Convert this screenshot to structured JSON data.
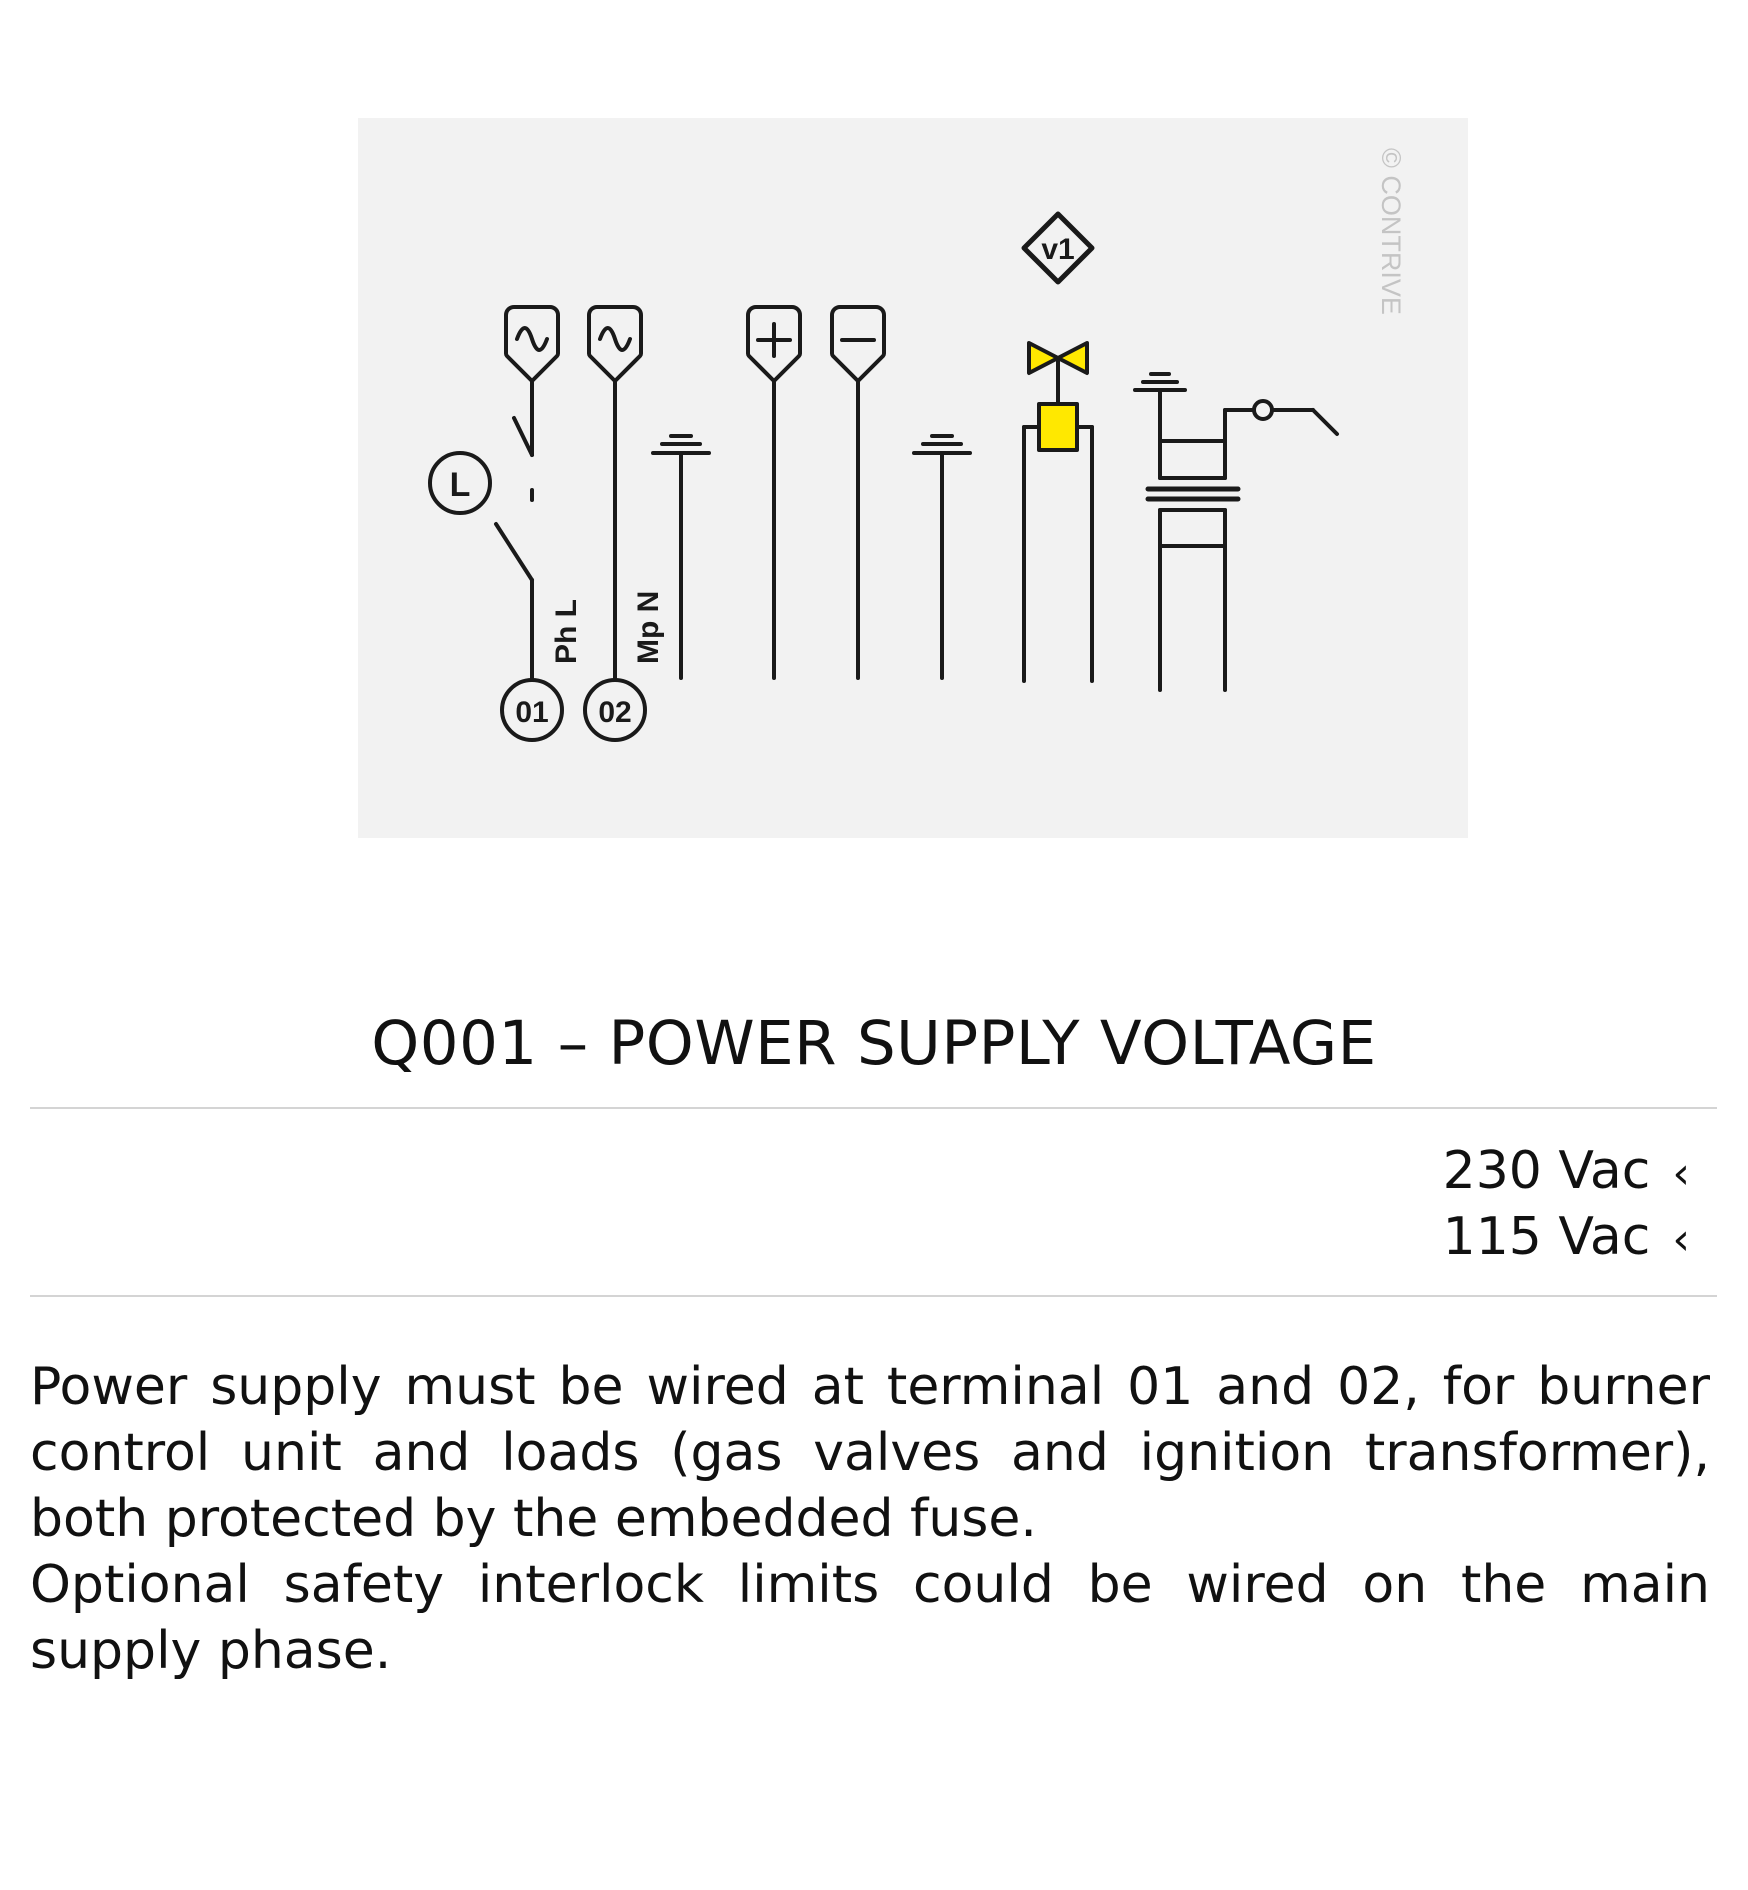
{
  "diagram": {
    "watermark": "© CONTRIVE",
    "switch_label": "L",
    "terminal_01_label": "Ph L",
    "terminal_02_label": "Mp N",
    "terminal_01_number": "01",
    "terminal_02_number": "02",
    "valve_label": "v1",
    "colors": {
      "background": "#f2f2f2",
      "line": "#1a1a1a",
      "valve_fill": "#ffe800"
    },
    "icons": [
      "switch-icon",
      "ac-supply-icon",
      "ac-supply-icon",
      "ground-icon",
      "plus-icon",
      "minus-icon",
      "ground-icon",
      "gas-valve-icon",
      "ground-icon",
      "ignition-transformer-icon"
    ]
  },
  "parameter": {
    "title": "Q001 – POWER SUPPLY VOLTAGE",
    "options": [
      {
        "label": "230 Vac",
        "chevron": "‹"
      },
      {
        "label": "115 Vac",
        "chevron": "‹"
      }
    ]
  },
  "description": {
    "paragraph1": "Power supply must be wired at terminal 01 and 02, for burner control unit and loads (gas valves and ignition transformer), both protected by the embedded fuse.",
    "paragraph2": "Optional safety interlock limits could be wired on the main supply phase."
  }
}
